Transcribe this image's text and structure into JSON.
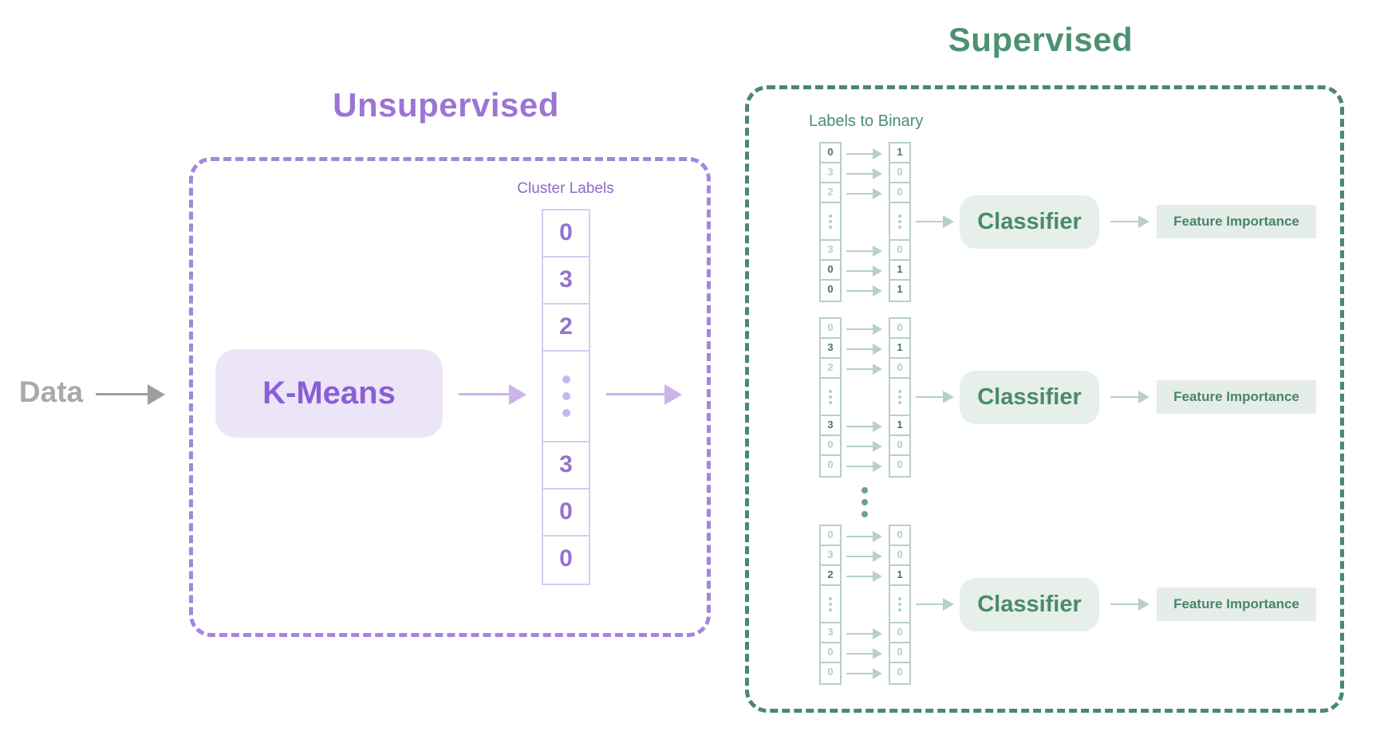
{
  "colors": {
    "purple_title": "#9c74d6",
    "purple_border": "#a585e0",
    "purple_box_bg": "#ece5f8",
    "purple_box_text": "#8b5ed6",
    "purple_cell_border": "#d8cbf2",
    "purple_cell_text": "#9473d0",
    "purple_label": "#8d69cc",
    "purple_arrow": "#c9b4ec",
    "gray_text": "#a9a9a9",
    "gray_arrow": "#9e9e9e",
    "green_title": "#4d9173",
    "green_border": "#478b6b",
    "green_label": "#4b8e6f",
    "green_cell_border": "#b7d1c3",
    "green_cell_text_bold": "#3c7a5f",
    "green_cell_text_light": "#b4cfc1",
    "green_arrow": "#b7d2c5",
    "green_sep_dots": "#6aa389",
    "green_box_bg": "#e7efea",
    "green_box_text": "#4a8a6c",
    "fi_box_bg": "#e5ede8",
    "fi_box_text": "#47856a"
  },
  "input_label": "Data",
  "unsupervised": {
    "title": "Unsupervised",
    "model_label": "K-Means",
    "column_title": "Cluster Labels",
    "cluster_labels": [
      {
        "v": "0"
      },
      {
        "v": "3"
      },
      {
        "v": "2"
      },
      {
        "dots": true
      },
      {
        "v": "3"
      },
      {
        "v": "0"
      },
      {
        "v": "0"
      }
    ]
  },
  "supervised": {
    "title": "Supervised",
    "mapping_label": "Labels to Binary",
    "classifier_label": "Classifier",
    "feature_importance_label": "Feature Importance",
    "groups": [
      {
        "input": [
          {
            "v": "0",
            "hl": true
          },
          {
            "v": "3"
          },
          {
            "v": "2"
          },
          {
            "dots": true
          },
          {
            "v": "3"
          },
          {
            "v": "0",
            "hl": true
          },
          {
            "v": "0",
            "hl": true
          }
        ],
        "output": [
          {
            "v": "1",
            "hl": true
          },
          {
            "v": "0"
          },
          {
            "v": "0"
          },
          {
            "dots": true
          },
          {
            "v": "0"
          },
          {
            "v": "1",
            "hl": true
          },
          {
            "v": "1",
            "hl": true
          }
        ]
      },
      {
        "input": [
          {
            "v": "0"
          },
          {
            "v": "3",
            "hl": true
          },
          {
            "v": "2"
          },
          {
            "dots": true
          },
          {
            "v": "3",
            "hl": true
          },
          {
            "v": "0"
          },
          {
            "v": "0"
          }
        ],
        "output": [
          {
            "v": "0"
          },
          {
            "v": "1",
            "hl": true
          },
          {
            "v": "0"
          },
          {
            "dots": true
          },
          {
            "v": "1",
            "hl": true
          },
          {
            "v": "0"
          },
          {
            "v": "0"
          }
        ]
      },
      {
        "input": [
          {
            "v": "0"
          },
          {
            "v": "3"
          },
          {
            "v": "2",
            "hl": true
          },
          {
            "dots": true
          },
          {
            "v": "3"
          },
          {
            "v": "0"
          },
          {
            "v": "0"
          }
        ],
        "output": [
          {
            "v": "0"
          },
          {
            "v": "0"
          },
          {
            "v": "1",
            "hl": true
          },
          {
            "dots": true
          },
          {
            "v": "0"
          },
          {
            "v": "0"
          },
          {
            "v": "0"
          }
        ]
      }
    ]
  }
}
